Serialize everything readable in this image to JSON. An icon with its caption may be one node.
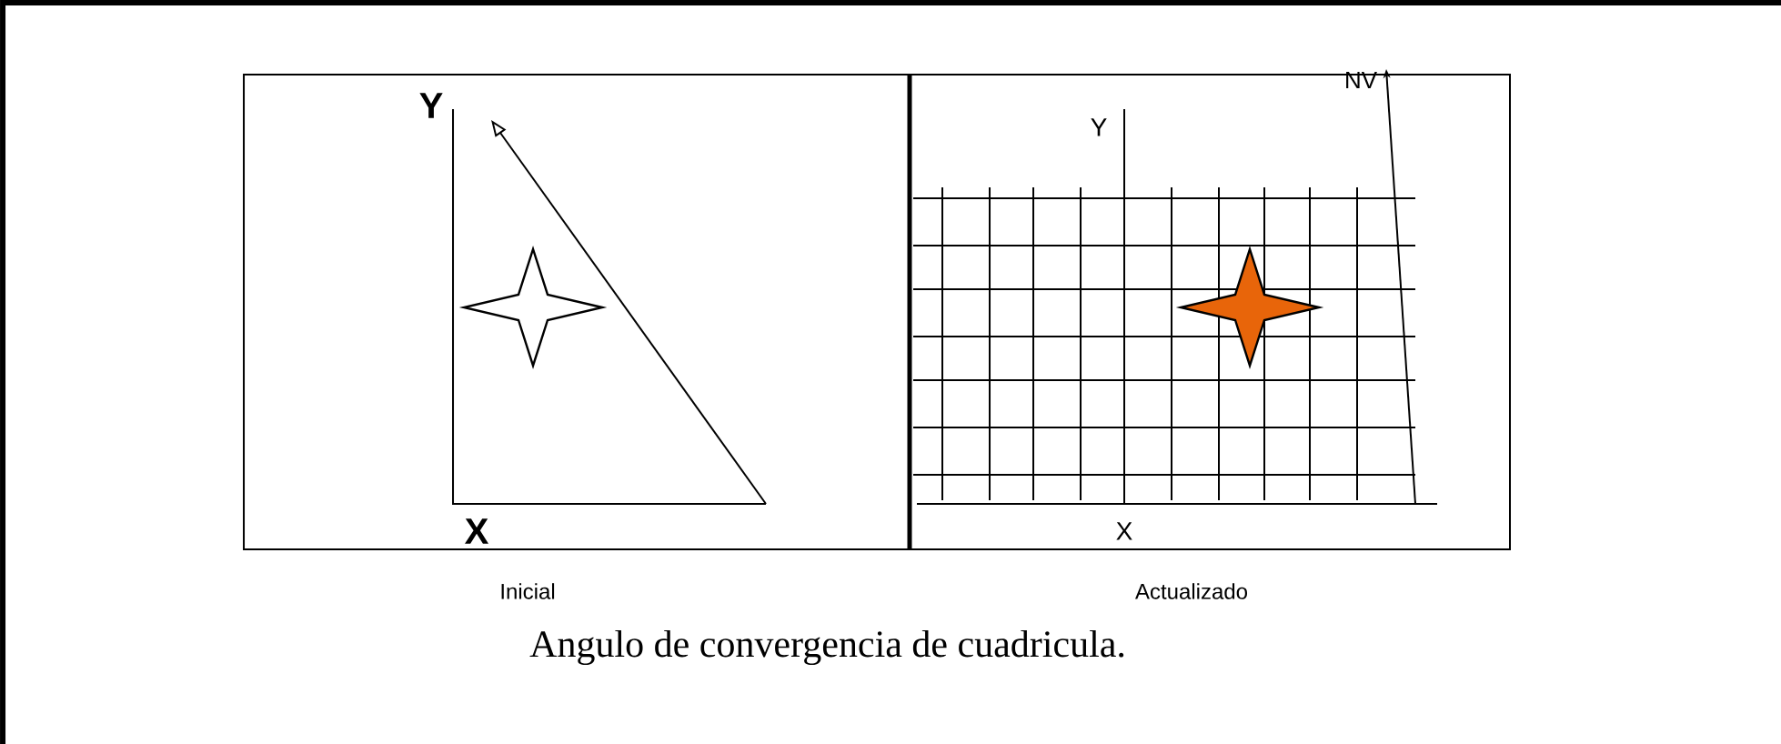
{
  "diagram": {
    "caption": "Angulo de convergencia de cuadricula.",
    "labels": [
      "Y",
      "X",
      "NV",
      "Y",
      "X",
      "Inicial",
      "Actualizado"
    ]
  }
}
